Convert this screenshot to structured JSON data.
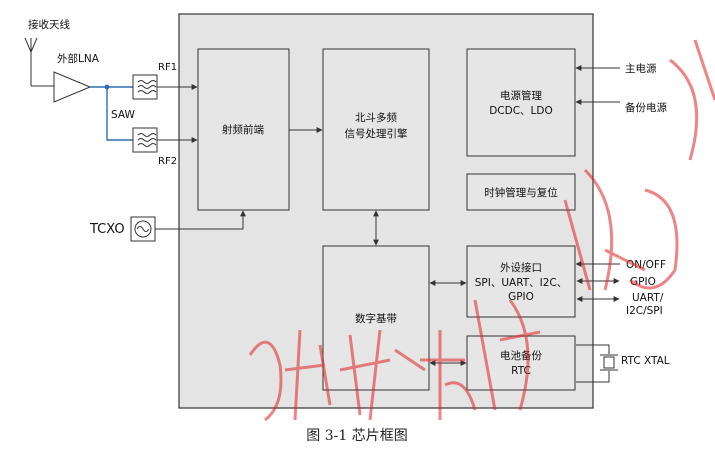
{
  "labels": {
    "antenna": "接收天线",
    "lna": "外部LNA",
    "rf1": "RF1",
    "rf2": "RF2",
    "saw": "SAW",
    "tcxo": "TCXO",
    "rf_frontend": "射频前端",
    "engine_line1": "北斗多频",
    "engine_line2": "信号处理引擎",
    "power_line1": "电源管理",
    "power_line2": "DCDC、LDO",
    "main_power": "主电源",
    "backup_power": "备份电源",
    "clock": "时钟管理与复位",
    "periph_line1": "外设接口",
    "periph_line2": "SPI、UART、I2C、",
    "periph_line3": "GPIO",
    "digital": "数字基带",
    "battery_line1": "电池备份",
    "battery_line2": "RTC",
    "onoff": "ON/OFF",
    "gpio": "GPIO",
    "uart_line1": "UART/",
    "uart_line2": "I2C/SPI",
    "rtc_xtal": "RTC XTAL"
  },
  "caption": "图 3-1 芯片框图",
  "colors": {
    "block_fill": "#e6e6e6",
    "chip_fill": "#e4e4e4",
    "stroke": "#333333",
    "rf_link": "#2f6db5",
    "watermark": "#e02020"
  }
}
